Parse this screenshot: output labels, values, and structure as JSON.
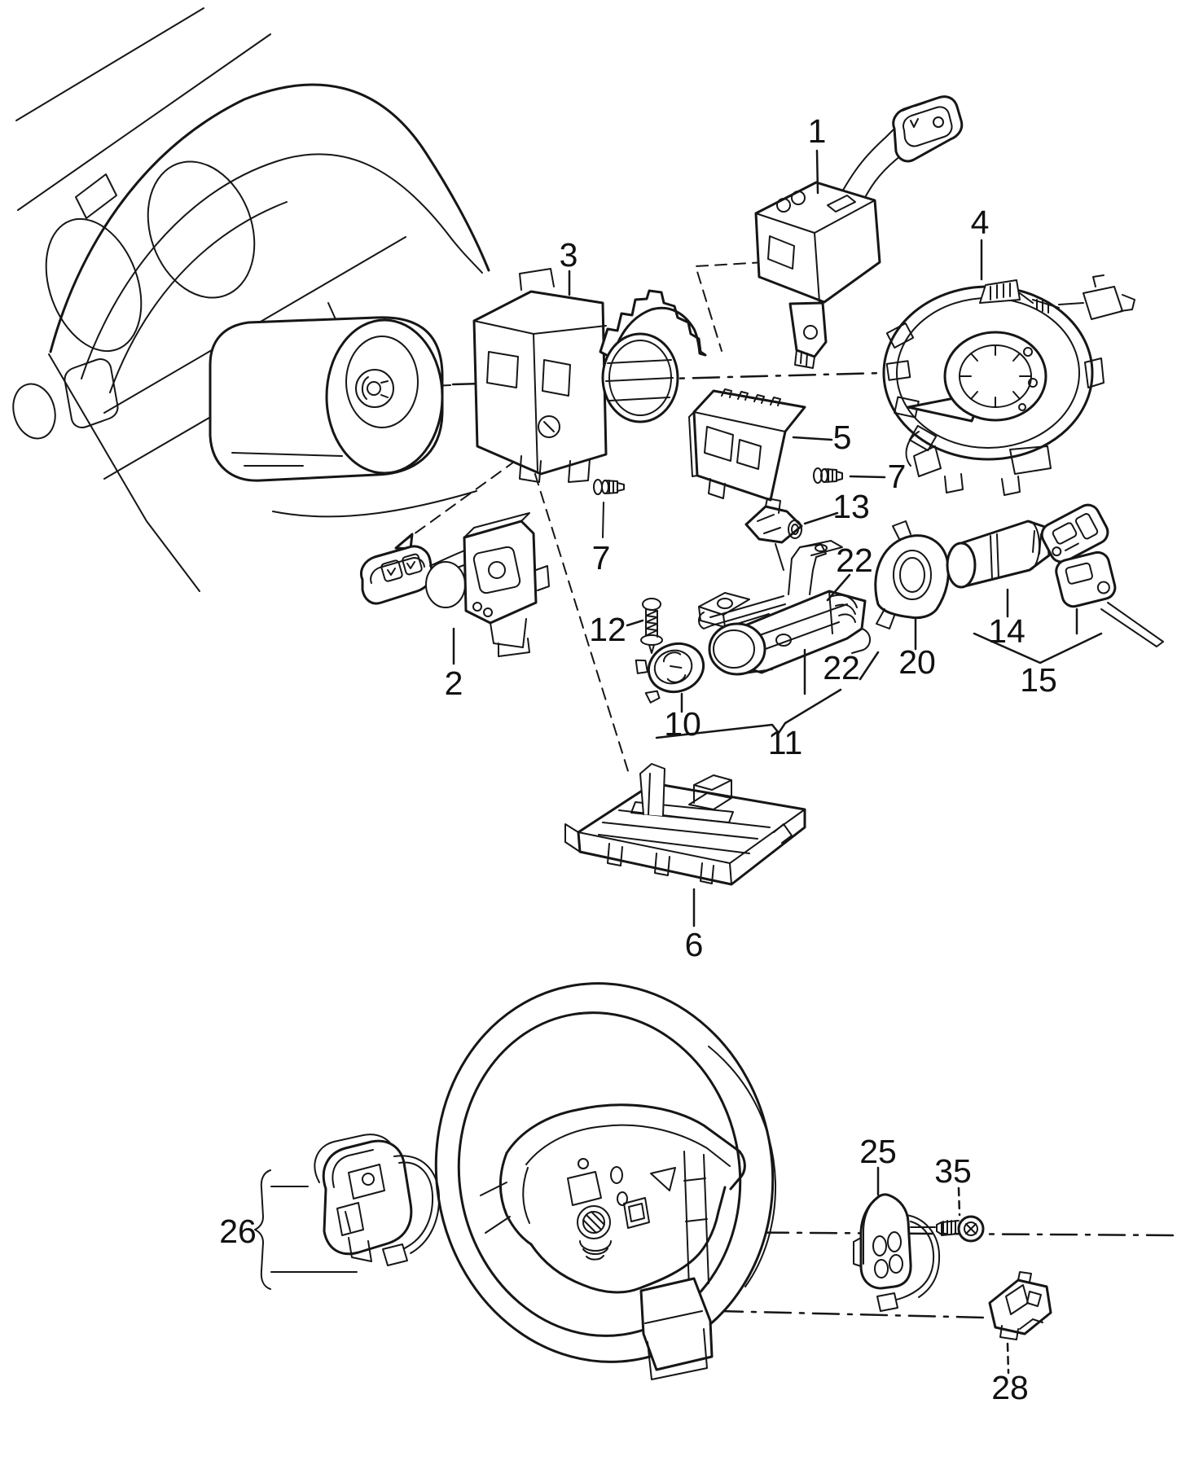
{
  "page": {
    "background": "#ffffff",
    "ink": "#161616",
    "kind": "exploded-parts-diagram"
  },
  "callouts": [
    {
      "label": "1"
    },
    {
      "label": "2"
    },
    {
      "label": "3"
    },
    {
      "label": "4"
    },
    {
      "label": "5"
    },
    {
      "label": "6"
    },
    {
      "label": "7"
    },
    {
      "label": "7"
    },
    {
      "label": "10"
    },
    {
      "label": "11"
    },
    {
      "label": "12"
    },
    {
      "label": "13"
    },
    {
      "label": "14"
    },
    {
      "label": "15"
    },
    {
      "label": "20"
    },
    {
      "label": "22"
    },
    {
      "label": "22"
    },
    {
      "label": "25"
    },
    {
      "label": "26"
    },
    {
      "label": "28"
    },
    {
      "label": "35"
    }
  ]
}
